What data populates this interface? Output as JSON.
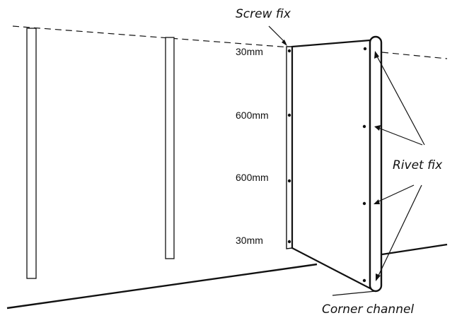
{
  "labels": {
    "screw_fix": "Screw fix",
    "rivet_fix": "Rivet fix",
    "corner_channel": "Corner channel"
  },
  "dimensions": [
    "30mm",
    "600mm",
    "600mm",
    "30mm"
  ],
  "colors": {
    "ink": "#111111",
    "background": "#ffffff"
  }
}
